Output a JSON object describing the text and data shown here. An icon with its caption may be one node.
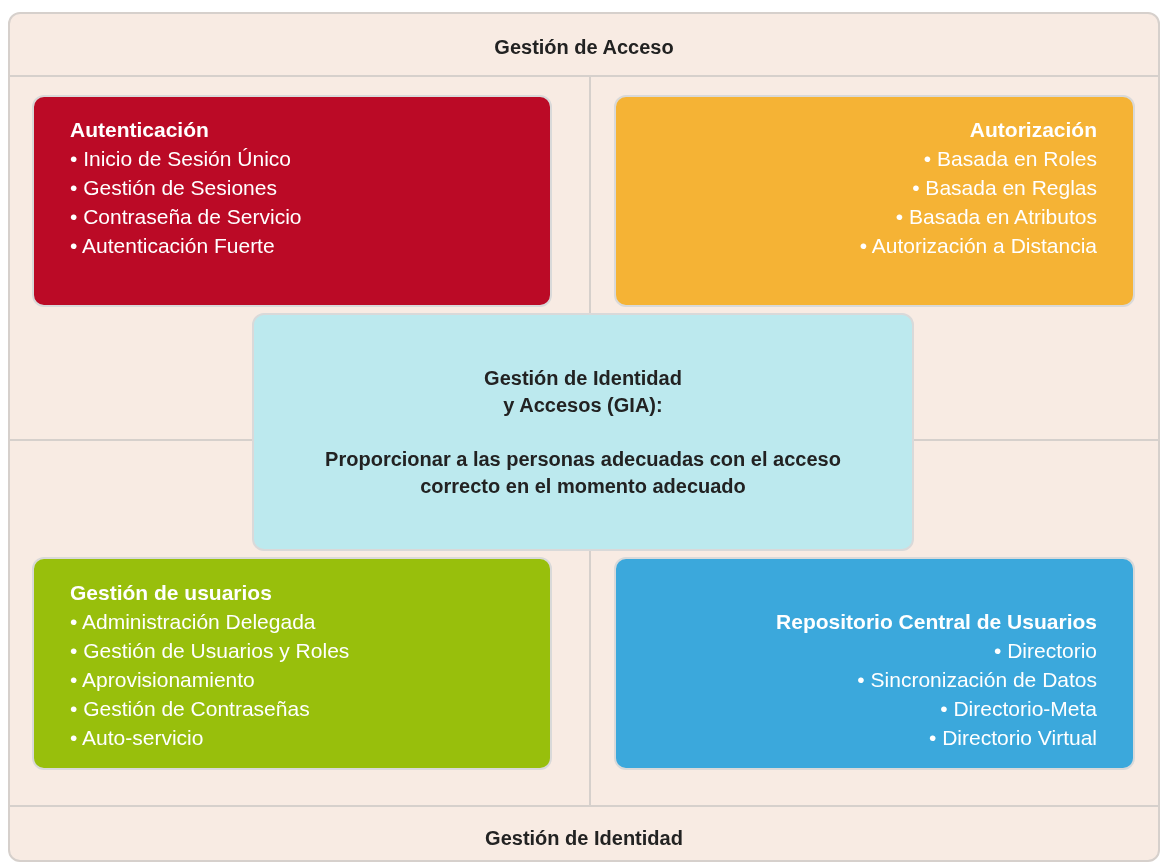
{
  "diagram": {
    "nodes": [
      {
        "text": [
          "Gestión de Acceso",
          "Gestión de Identidad"
        ]
      },
      {
        "text": [
          "Autenticación",
          "• Inicio de Sesión Único",
          "• Gestión de Sesiones",
          "• Contraseña de Servicio",
          "• Autenticación Fuerte"
        ],
        "in": 0
      },
      {
        "text": [
          "Autorización",
          "• Basada en Roles",
          "• Basada en Reglas",
          "• Basada en Atributos",
          "• Autorización a Distancia"
        ],
        "in": 0
      },
      {
        "text": [
          "Gestión de usuarios",
          "• Administración Delegada",
          "• Gestión de Usuarios y Roles",
          "• Aprovisionamiento",
          "• Gestión de Contraseñas",
          "• Auto-servicio"
        ],
        "in": 0
      },
      {
        "text": [
          "Repositorio Central de Usuarios",
          "• Directorio",
          "• Sincronización de Datos",
          "• Directorio-Meta",
          "• Directorio Virtual"
        ],
        "in": 0
      },
      {
        "text": [
          "Gestión de Identidad y Accesos (GIA):",
          "Proporcionar a las personas adecuadas con el acceso correcto en el momento adecuado"
        ],
        "in": 0
      }
    ],
    "edges": []
  }
}
